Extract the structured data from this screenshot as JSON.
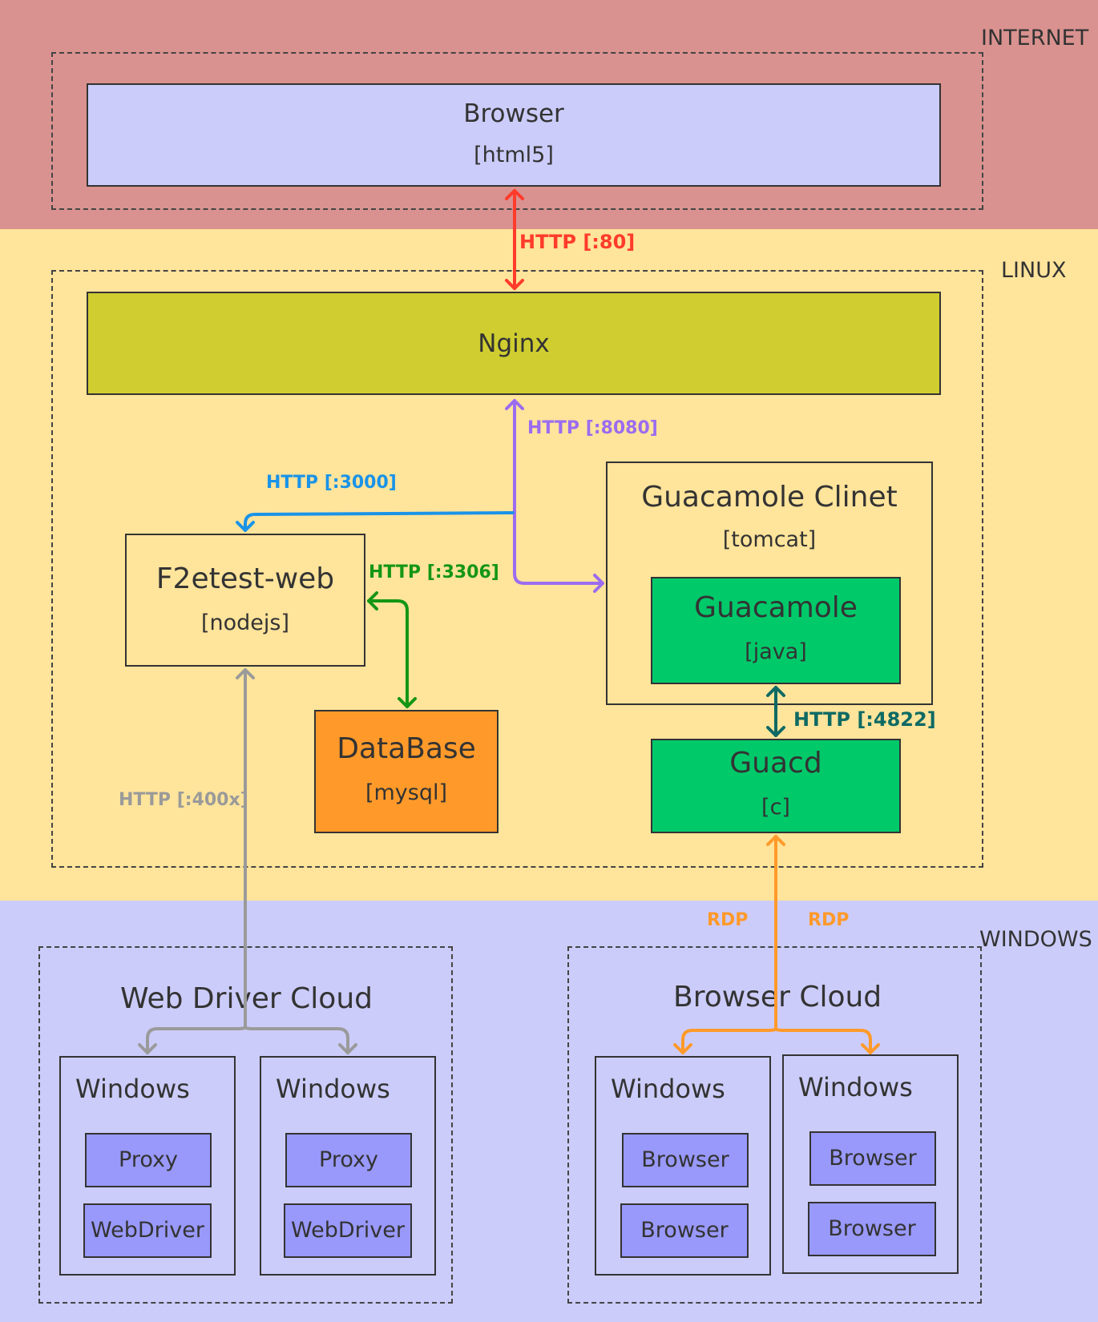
{
  "zones": {
    "internet": "INTERNET",
    "linux": "LINUX",
    "windows": "WINDOWS"
  },
  "browser": {
    "title": "Browser",
    "sub": "[html5]"
  },
  "nginx": {
    "title": "Nginx"
  },
  "f2etest": {
    "title": "F2etest-web",
    "sub": "[nodejs]"
  },
  "database": {
    "title": "DataBase",
    "sub": "[mysql]"
  },
  "guac_client": {
    "title": "Guacamole Clinet",
    "sub": "[tomcat]"
  },
  "guacamole": {
    "title": "Guacamole",
    "sub": "[java]"
  },
  "guacd": {
    "title": "Guacd",
    "sub": "[c]"
  },
  "webdriver_cloud": {
    "title": "Web Driver Cloud",
    "machines": [
      {
        "title": "Windows",
        "items": [
          "Proxy",
          "WebDriver"
        ]
      },
      {
        "title": "Windows",
        "items": [
          "Proxy",
          "WebDriver"
        ]
      }
    ]
  },
  "browser_cloud": {
    "title": "Browser Cloud",
    "machines": [
      {
        "title": "Windows",
        "items": [
          "Browser",
          "Browser"
        ]
      },
      {
        "title": "Windows",
        "items": [
          "Browser",
          "Browser"
        ]
      }
    ]
  },
  "connections": {
    "http80": "HTTP [:80]",
    "http8080": "HTTP [:8080]",
    "http3000": "HTTP [:3000]",
    "http3306": "HTTP [:3306]",
    "http4822": "HTTP [:4822]",
    "http400x": "HTTP [:400x]",
    "rdp1": "RDP",
    "rdp2": "RDP"
  },
  "colors": {
    "internet_bg": "#d9928f",
    "linux_bg": "#ffe49b",
    "windows_bg": "#ccccfb",
    "browser_box": "#ccccfb",
    "nginx_box": "#cfcd30",
    "database_box": "#ff9a2a",
    "guac_green": "#00c96a",
    "item_box": "#9999fb",
    "http80": "#ff3b2b",
    "http8080": "#9b6cf0",
    "http3000": "#1a93e8",
    "http3306": "#149614",
    "http4822": "#0e6a63",
    "http400x": "#9a9a9a",
    "rdp": "#ff9a2a"
  }
}
